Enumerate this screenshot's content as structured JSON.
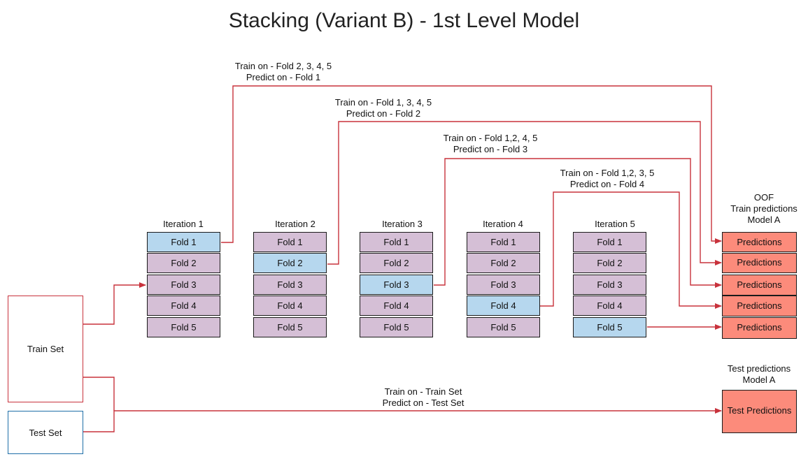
{
  "title": "Stacking (Variant B) - 1st Level Model",
  "iterations": [
    {
      "label": "Iteration 1",
      "validation_fold": 1
    },
    {
      "label": "Iteration 2",
      "validation_fold": 2
    },
    {
      "label": "Iteration 3",
      "validation_fold": 3
    },
    {
      "label": "Iteration 4",
      "validation_fold": 4
    },
    {
      "label": "Iteration 5",
      "validation_fold": 5
    }
  ],
  "folds": [
    "Fold 1",
    "Fold 2",
    "Fold 3",
    "Fold 4",
    "Fold 5"
  ],
  "edge_labels": [
    {
      "line1": "Train on - Fold 2, 3, 4, 5",
      "line2": "Predict on - Fold 1"
    },
    {
      "line1": "Train on - Fold 1, 3, 4, 5",
      "line2": "Predict on - Fold 2"
    },
    {
      "line1": "Train on - Fold 1,2, 4, 5",
      "line2": "Predict on - Fold 3"
    },
    {
      "line1": "Train on - Fold 1,2, 3, 5",
      "line2": "Predict on - Fold 4"
    }
  ],
  "test_edge_label": {
    "line1": "Train on - Train Set",
    "line2": "Predict on - Test Set"
  },
  "oof_header": {
    "line1": "OOF",
    "line2": "Train predictions",
    "line3": "Model A"
  },
  "predictions": [
    "Predictions",
    "Predictions",
    "Predictions",
    "Predictions",
    "Predictions"
  ],
  "test_header": {
    "line1": "Test predictions",
    "line2": "Model A"
  },
  "test_predictions_label": "Test Predictions",
  "train_set_label": "Train Set",
  "test_set_label": "Test Set",
  "colors": {
    "fold_train": "#d5bfd6",
    "fold_validation": "#b6d7ee",
    "predictions": "#fc8b7b",
    "connector": "#c8323c",
    "test_set_border": "#1f6fa8"
  }
}
